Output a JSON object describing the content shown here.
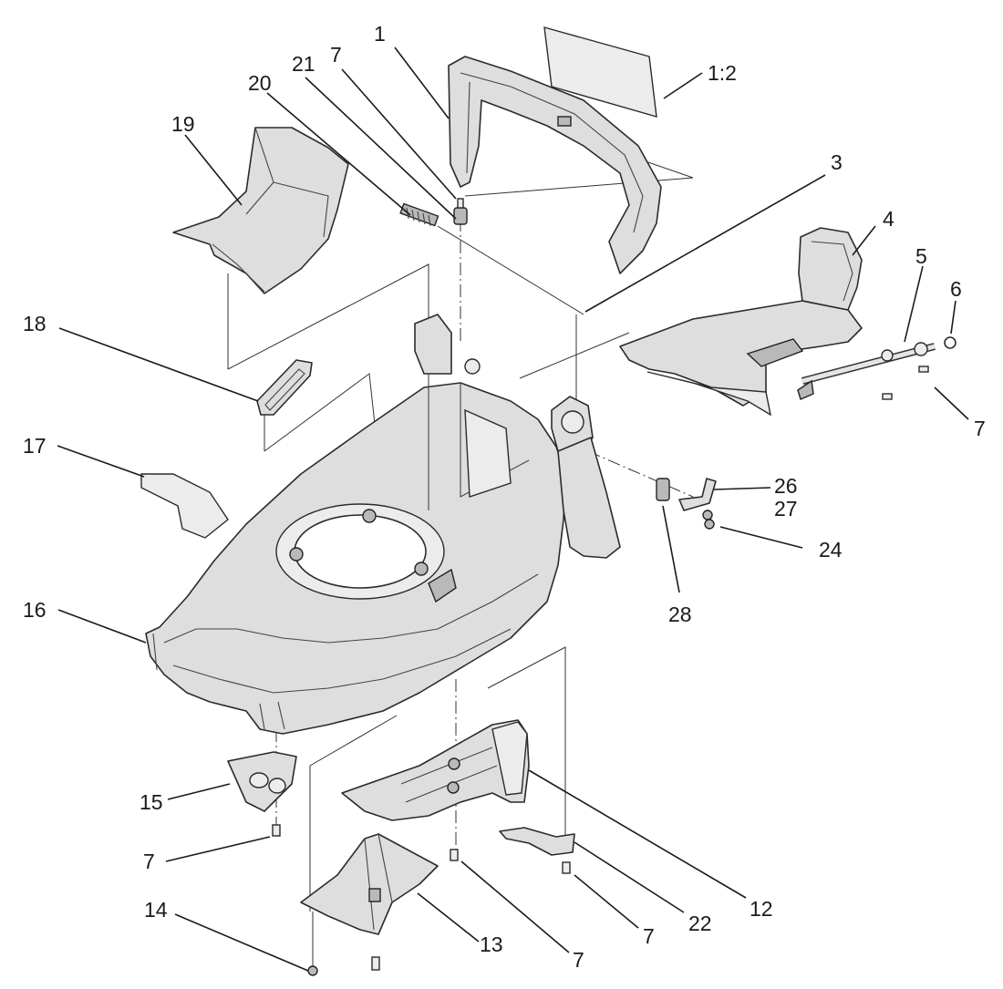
{
  "diagram": {
    "callouts": {
      "c1": "1",
      "c1_2": "1:2",
      "c3": "3",
      "c4": "4",
      "c5": "5",
      "c6": "6",
      "c7": "7",
      "c12": "12",
      "c13": "13",
      "c14": "14",
      "c15": "15",
      "c16": "16",
      "c17": "17",
      "c18": "18",
      "c19": "19",
      "c20": "20",
      "c21": "21",
      "c22": "22",
      "c24": "24",
      "c26": "26",
      "c27": "27",
      "c28": "28"
    }
  }
}
